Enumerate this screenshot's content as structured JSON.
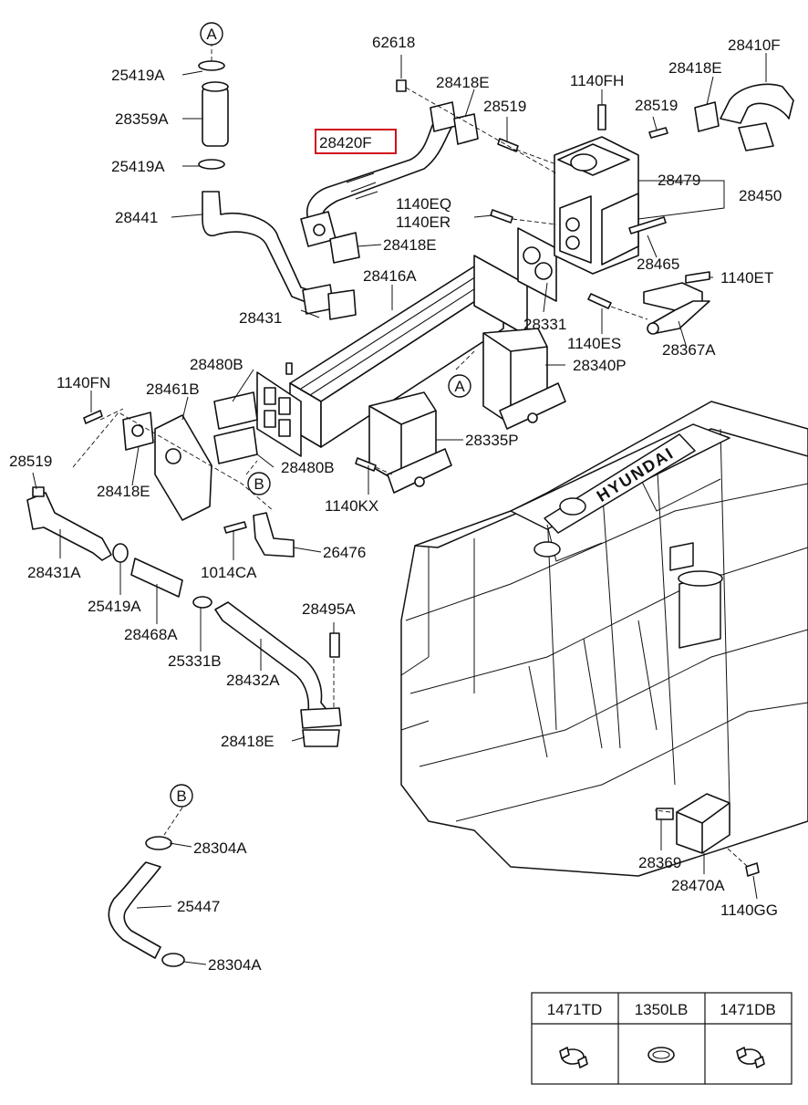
{
  "highlighted_part": "28420F",
  "ref_markers": [
    "A",
    "A",
    "B",
    "B"
  ],
  "labels": [
    "62618",
    "28418E",
    "28420F",
    "28410F",
    "28418E",
    "1140FH",
    "28519",
    "28519",
    "25419A",
    "28359A",
    "25419A",
    "28441",
    "28479",
    "28450",
    "1140EQ",
    "1140ER",
    "28418E",
    "28416A",
    "28465",
    "1140ET",
    "28431",
    "28331",
    "1140ES",
    "28367A",
    "28480B",
    "28340P",
    "1140FN",
    "28461B",
    "28335P",
    "28418E",
    "28480B",
    "1140KX",
    "28519",
    "28431A",
    "1014CA",
    "26476",
    "25419A",
    "28468A",
    "28495A",
    "25331B",
    "28432A",
    "28418E",
    "28304A",
    "25447",
    "28304A",
    "28369",
    "28470A",
    "1140GG"
  ],
  "engine_brand": "HYUNDAI",
  "table": {
    "headers": [
      "1471TD",
      "1350LB",
      "1471DB"
    ],
    "icons": [
      "hose-clamp-icon",
      "o-ring-icon",
      "hose-clamp-icon"
    ]
  }
}
